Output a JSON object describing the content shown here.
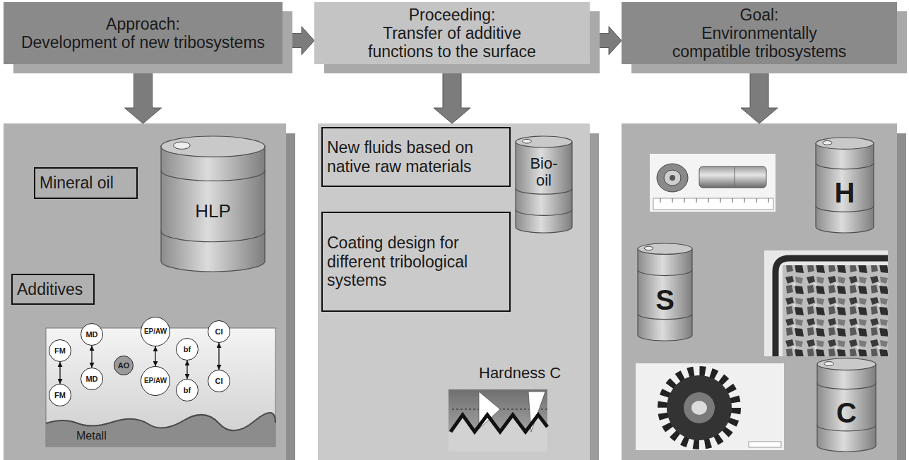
{
  "diagram": {
    "nodes": [
      {
        "text": [
          "Approach:",
          "Development of new tribosystems"
        ]
      },
      {
        "text": [
          "Proceeding:",
          "Transfer of additive functions to the surface"
        ]
      },
      {
        "text": [
          "Goal:",
          "Environmentally compatible tribosystems"
        ]
      },
      {
        "text": []
      },
      {
        "text": []
      },
      {
        "text": []
      },
      {
        "text": [
          "Mineral oil"
        ],
        "in": 3
      },
      {
        "text": [
          "HLP"
        ],
        "in": 3
      },
      {
        "text": [
          "Additives"
        ],
        "in": 3
      },
      {
        "text": [
          "FM"
        ],
        "in": 3
      },
      {
        "text": [
          "FM"
        ],
        "in": 3
      },
      {
        "text": [
          "MD"
        ],
        "in": 3
      },
      {
        "text": [
          "MD"
        ],
        "in": 3
      },
      {
        "text": [
          "AO"
        ],
        "in": 3
      },
      {
        "text": [
          "EP/AW"
        ],
        "in": 3
      },
      {
        "text": [
          "EP/AW"
        ],
        "in": 3
      },
      {
        "text": [
          "bf"
        ],
        "in": 3
      },
      {
        "text": [
          "bf"
        ],
        "in": 3
      },
      {
        "text": [
          "CI"
        ],
        "in": 3
      },
      {
        "text": [
          "CI"
        ],
        "in": 3
      },
      {
        "text": [
          "New fluids based on native raw materials"
        ],
        "in": 4
      },
      {
        "text": [
          "Bio-oil"
        ],
        "in": 4
      },
      {
        "text": [
          "Coating design for different tribological systems"
        ],
        "in": 4
      },
      {
        "text": [
          "H"
        ],
        "in": 5
      },
      {
        "text": [
          "S"
        ],
        "in": 5
      },
      {
        "text": [
          "C"
        ],
        "in": 5
      }
    ],
    "edges": [
      {
        "from": 0,
        "to": 1,
        "arrow": "to"
      },
      {
        "from": 1,
        "to": 2,
        "arrow": "to"
      },
      {
        "from": 0,
        "to": 3,
        "arrow": "to"
      },
      {
        "from": 1,
        "to": 4,
        "arrow": "to"
      },
      {
        "from": 2,
        "to": 5,
        "arrow": "to"
      },
      {
        "from": 9,
        "to": 10,
        "arrow": "both"
      },
      {
        "from": 11,
        "to": 12,
        "arrow": "both"
      },
      {
        "from": 14,
        "to": 15,
        "arrow": "both"
      },
      {
        "from": 16,
        "to": 17,
        "arrow": "both"
      },
      {
        "from": 18,
        "to": 19,
        "arrow": "both"
      }
    ],
    "labels": [
      "Metall",
      "Hardness C"
    ]
  }
}
